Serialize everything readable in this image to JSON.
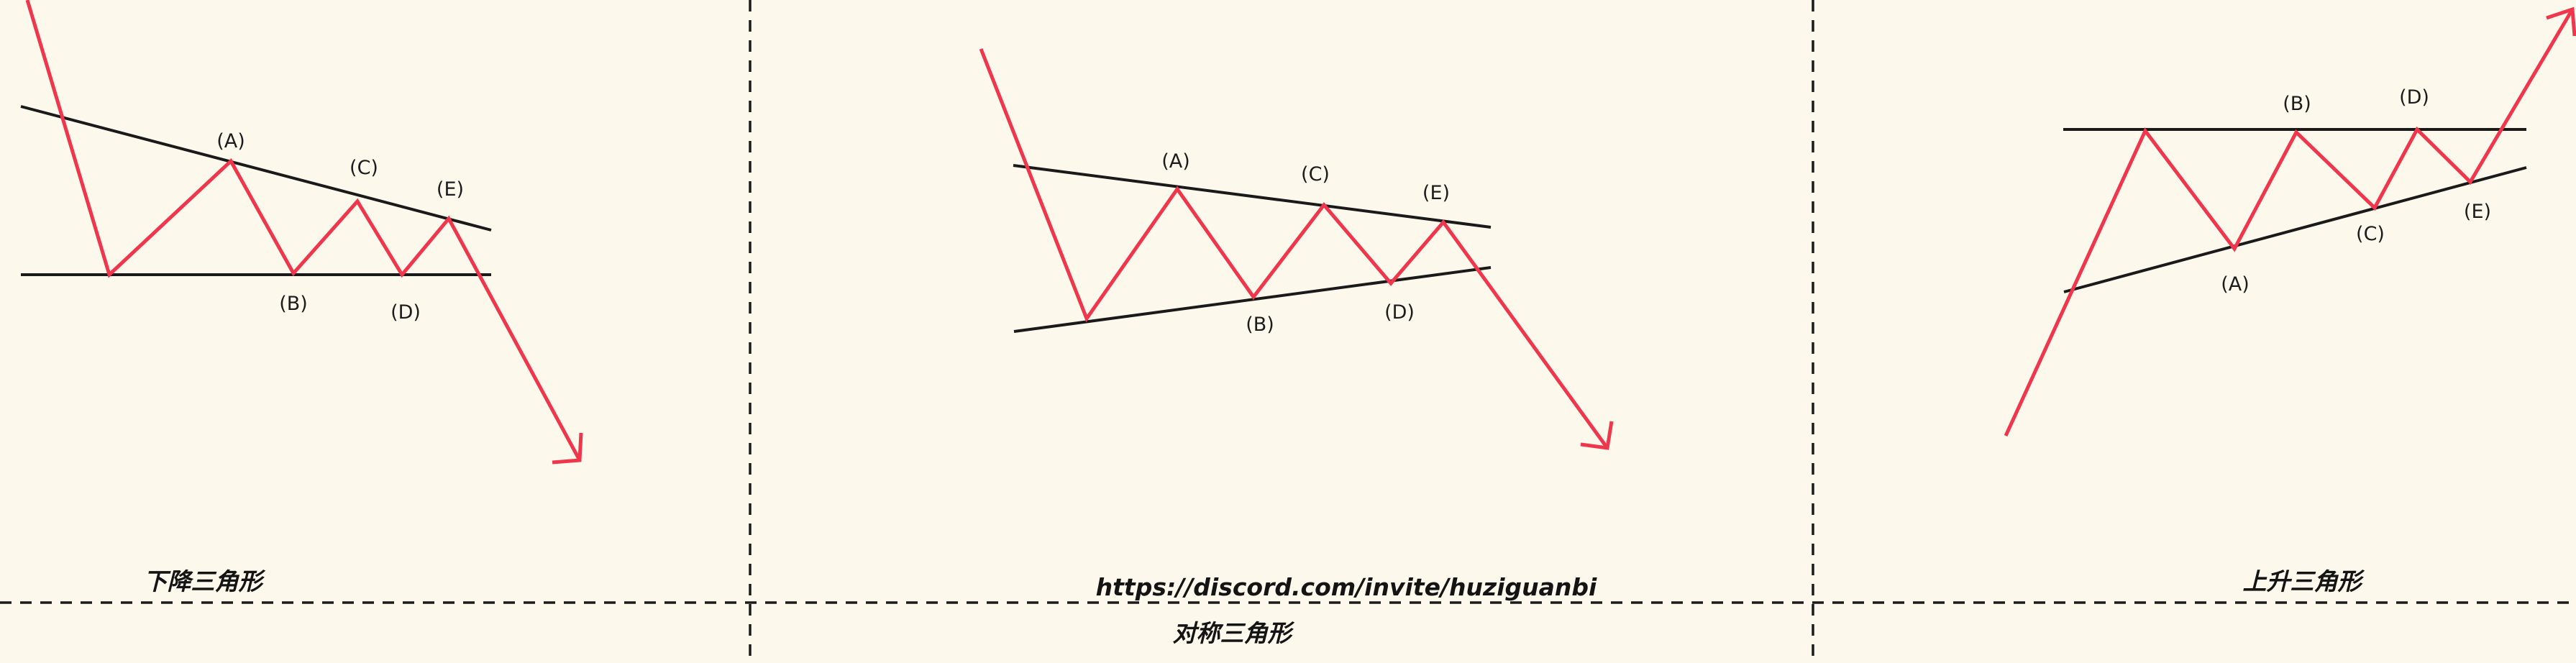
{
  "colors": {
    "background": "#fcf9ec",
    "price_line": "#f0364c",
    "trend_line": "#1a1a1a",
    "divider": "#1a1a1a"
  },
  "panels": {
    "descending": {
      "caption": "下降三角形",
      "labels": {
        "A": "(A)",
        "B": "(B)",
        "C": "(C)",
        "D": "(D)",
        "E": "(E)"
      }
    },
    "symmetrical": {
      "caption": "对称三角形",
      "labels": {
        "A": "(A)",
        "B": "(B)",
        "C": "(C)",
        "D": "(D)",
        "E": "(E)"
      }
    },
    "ascending": {
      "caption": "上升三角形",
      "labels": {
        "A": "(A)",
        "B": "(B)",
        "C": "(C)",
        "D": "(D)",
        "E": "(E)"
      }
    }
  },
  "watermark": "https://discord.com/invite/huziguanbi"
}
